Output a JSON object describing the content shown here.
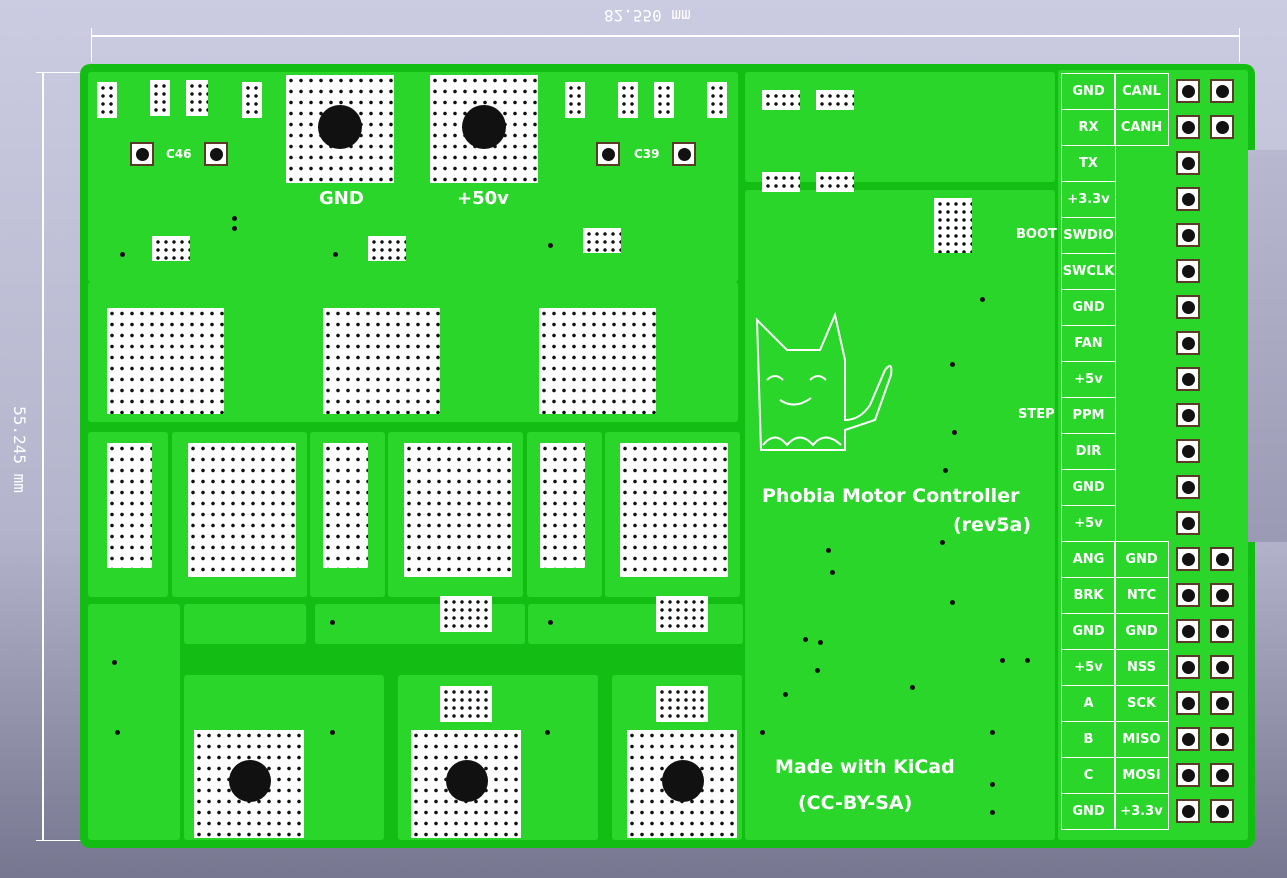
{
  "dimensions": {
    "width": "82.550 mm",
    "height": "55.245 mm"
  },
  "board": {
    "colors": {
      "board": "#2bd62b",
      "edge": "#14bd14",
      "silkscreen": "#ffffff",
      "background": "#c8c8e0"
    },
    "capacitor_labels": [
      "C46",
      "C39"
    ],
    "power_labels": [
      "GND",
      "+50v"
    ],
    "side_labels": {
      "boot": "BOOT",
      "step": "STEP"
    },
    "title": "Phobia Motor Controller",
    "revision": "(rev5a)",
    "credit": "Made with KiCad",
    "license": "(CC-BY-SA)"
  },
  "connector": {
    "rows": [
      [
        "GND",
        "CANL"
      ],
      [
        "RX",
        "CANH"
      ],
      [
        "TX",
        ""
      ],
      [
        "+3.3v",
        ""
      ],
      [
        "SWDIO",
        ""
      ],
      [
        "SWCLK",
        ""
      ],
      [
        "GND",
        ""
      ],
      [
        "FAN",
        ""
      ],
      [
        "+5v",
        ""
      ],
      [
        "PPM",
        ""
      ],
      [
        "DIR",
        ""
      ],
      [
        "GND",
        ""
      ],
      [
        "+5v",
        ""
      ],
      [
        "ANG",
        "GND"
      ],
      [
        "BRK",
        "NTC"
      ],
      [
        "GND",
        "GND"
      ],
      [
        "+5v",
        "NSS"
      ],
      [
        "A",
        "SCK"
      ],
      [
        "B",
        "MISO"
      ],
      [
        "C",
        "MOSI"
      ],
      [
        "GND",
        "+3.3v"
      ]
    ]
  }
}
